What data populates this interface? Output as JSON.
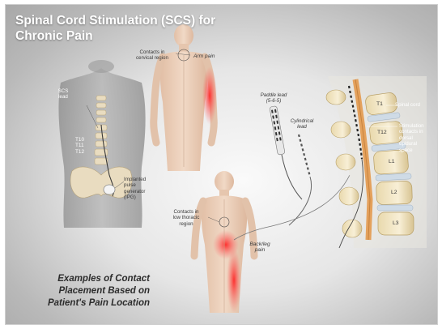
{
  "title_line1": "Spinal Cord Stimulation (SCS) for",
  "title_line2": "Chronic Pain",
  "caption_line1": "Examples of Contact",
  "caption_line2": "Placement Based on",
  "caption_line3": "Patient's Pain Location",
  "labels": {
    "scs_lead_1": "SCS",
    "scs_lead_2": "lead",
    "t10": "T10",
    "t11": "T11",
    "t12": "T12",
    "ipg_1": "Implanted",
    "ipg_2": "pulse",
    "ipg_3": "generator",
    "ipg_4": "(IPG)",
    "cervical_1": "Contacts in",
    "cervical_2": "cervical region",
    "arm_pain": "Arm pain",
    "thoracic_1": "Contacts in",
    "thoracic_2": "low thoracic",
    "thoracic_3": "region",
    "backleg_1": "Back/leg",
    "backleg_2": "pain",
    "paddle_1": "Paddle lead",
    "paddle_2": "(5-6-5)",
    "cyl_1": "Cylindrical",
    "cyl_2": "lead",
    "spinal_cord": "Spinal cord",
    "stim_1": "Stimulation",
    "stim_2": "contacts in",
    "stim_3": "dorsal",
    "stim_4": "epidural",
    "stim_5": "space",
    "v_t1": "T1",
    "v_t12": "T12",
    "v_l1": "L1",
    "v_l2": "L2",
    "v_l3": "L3"
  },
  "colors": {
    "skin": "#eccfb8",
    "pain_red": "#ff3b3b",
    "bone": "#f3e7c4",
    "disc": "#c9d8e6",
    "cord": "#e4a15c"
  }
}
